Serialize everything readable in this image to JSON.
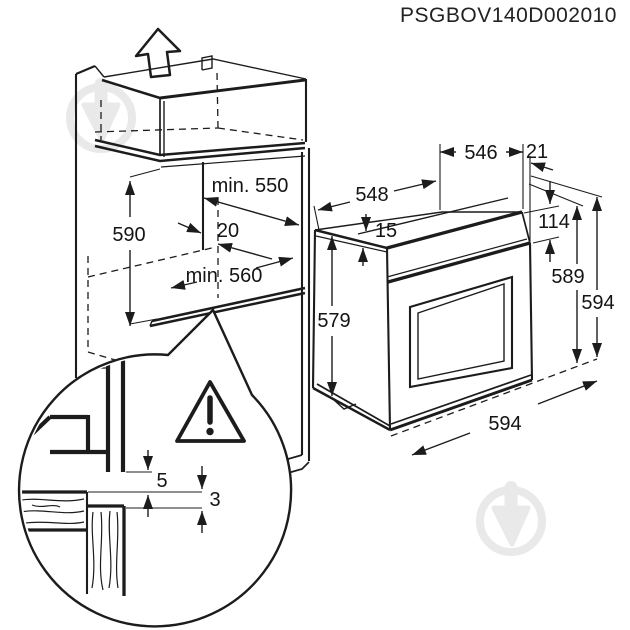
{
  "title": "PSGBOV140D002010",
  "colors": {
    "line": "#1c1c1c",
    "watermark": "#e9e9e9",
    "background": "#ffffff"
  },
  "cabinet": {
    "niche_height": "590",
    "niche_depth": "min. 550",
    "rear_gap": "20",
    "niche_width": "min. 560"
  },
  "oven": {
    "top_width": "548",
    "body_depth": "546",
    "door_thickness": "21",
    "top_recess": "15",
    "panel_height": "114",
    "height_rear": "589",
    "height_total": "594",
    "height_front": "579",
    "bottom_width": "594"
  },
  "detail": {
    "gap_top": "5",
    "gap_bottom": "3"
  }
}
